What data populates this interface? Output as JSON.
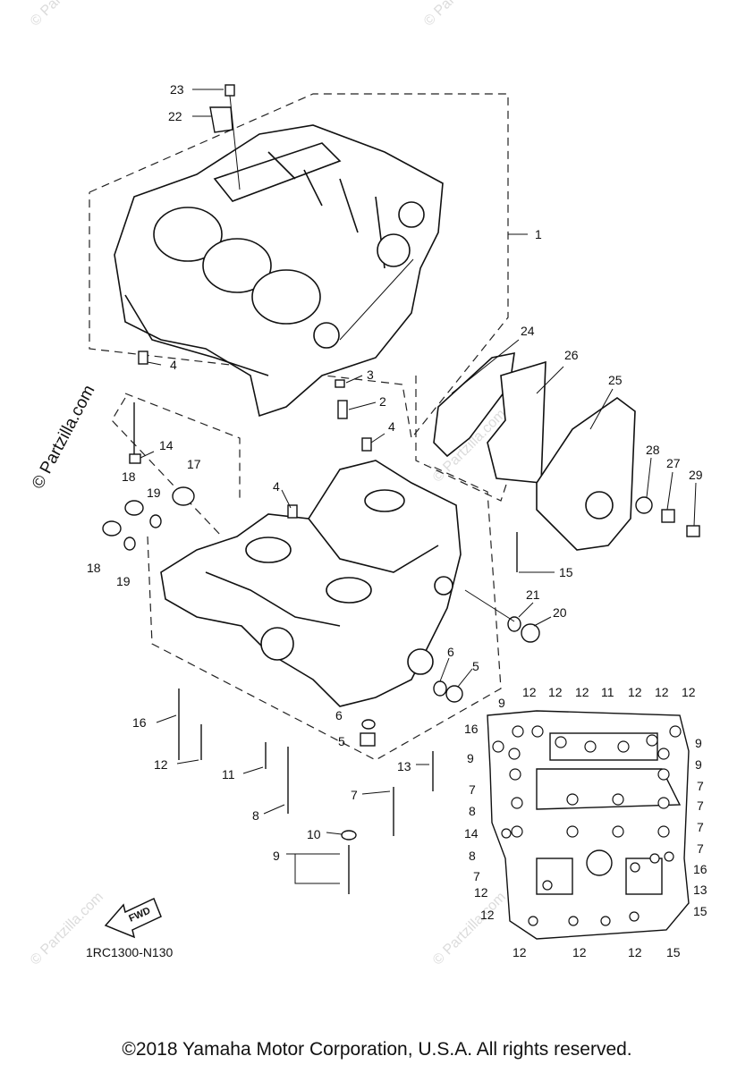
{
  "diagram": {
    "code": "1RC1300-N130",
    "fwd_label": "FWD",
    "copyright": "©2018 Yamaha Motor Corporation, U.S.A. All rights reserved.",
    "watermark": "© Partzilla.com",
    "callouts": {
      "c1": "1",
      "c2": "2",
      "c3": "3",
      "c4": "4",
      "c5": "5",
      "c6": "6",
      "c7": "7",
      "c8": "8",
      "c9": "9",
      "c10": "10",
      "c11": "11",
      "c12": "12",
      "c13": "13",
      "c14": "14",
      "c15": "15",
      "c16": "16",
      "c17": "17",
      "c18": "18",
      "c19": "19",
      "c20": "20",
      "c21": "21",
      "c22": "22",
      "c23": "23",
      "c24": "24",
      "c25": "25",
      "c26": "26",
      "c27": "27",
      "c28": "28",
      "c29": "29"
    }
  }
}
